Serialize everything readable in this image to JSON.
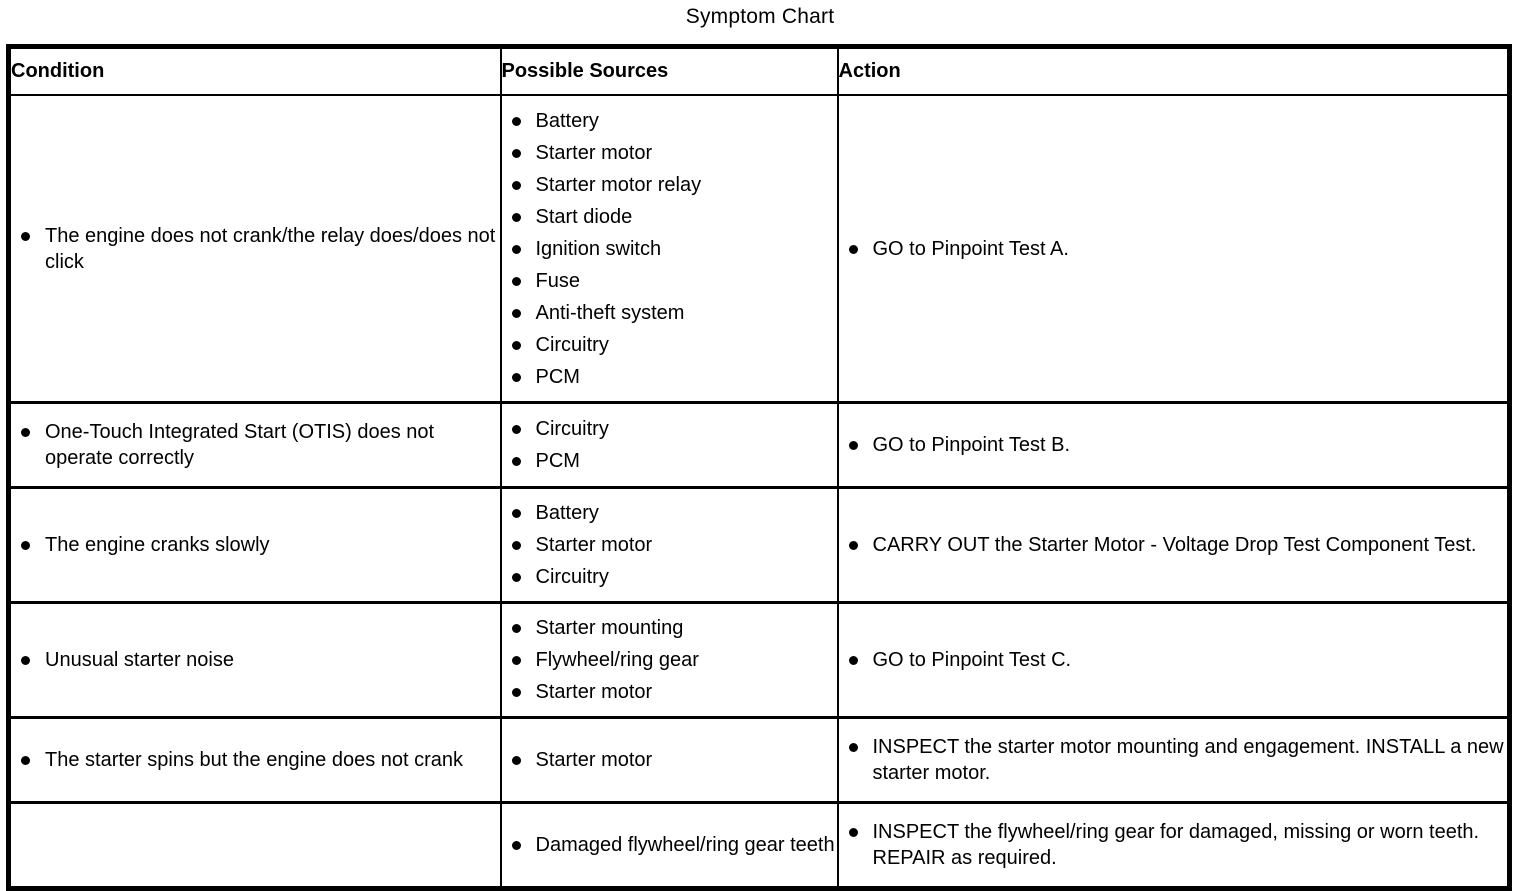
{
  "title": "Symptom Chart",
  "table": {
    "headers": {
      "condition": "Condition",
      "sources": "Possible Sources",
      "action": "Action"
    },
    "rows": [
      {
        "condition": [
          "The engine does not crank/the relay does/does not click"
        ],
        "sources": [
          "Battery",
          "Starter motor",
          "Starter motor relay",
          "Start diode",
          "Ignition switch",
          "Fuse",
          "Anti-theft system",
          "Circuitry",
          "PCM"
        ],
        "action": [
          "GO to Pinpoint Test A."
        ]
      },
      {
        "condition": [
          "One-Touch Integrated Start (OTIS) does not operate correctly"
        ],
        "sources": [
          "Circuitry",
          "PCM"
        ],
        "action": [
          "GO to Pinpoint Test B."
        ]
      },
      {
        "condition": [
          "The engine cranks slowly"
        ],
        "sources": [
          "Battery",
          "Starter motor",
          "Circuitry"
        ],
        "action": [
          "CARRY OUT the Starter Motor - Voltage Drop Test Component Test."
        ]
      },
      {
        "condition": [
          "Unusual starter noise"
        ],
        "sources": [
          "Starter mounting",
          "Flywheel/ring gear",
          "Starter motor"
        ],
        "action": [
          "GO to Pinpoint Test C."
        ]
      },
      {
        "condition": [
          "The starter spins but the engine does not crank"
        ],
        "sources": [
          "Starter motor"
        ],
        "action": [
          "INSPECT the starter motor mounting and engagement. INSTALL a new starter motor."
        ]
      },
      {
        "condition": [],
        "sources": [
          "Damaged flywheel/ring gear teeth"
        ],
        "action": [
          "INSPECT the flywheel/ring gear for damaged, missing or worn teeth. REPAIR as required."
        ]
      }
    ]
  }
}
